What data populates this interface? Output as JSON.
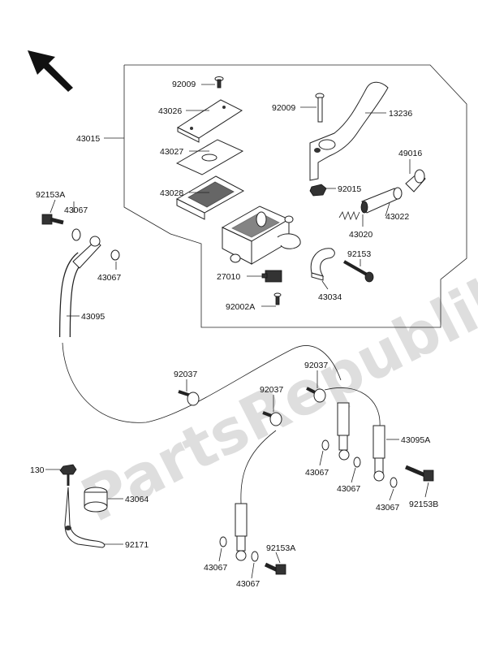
{
  "watermark": "PartsRepublik",
  "labels": {
    "l92009a": "92009",
    "l43026": "43026",
    "l43015": "43015",
    "l43027": "43027",
    "l43028": "43028",
    "l92009b": "92009",
    "l13236": "13236",
    "l49016": "49016",
    "l92015": "92015",
    "l43022": "43022",
    "l43020": "43020",
    "l92153": "92153",
    "l92153A_top": "92153A",
    "l43067_a": "43067",
    "l43067_b": "43067",
    "l43095": "43095",
    "l27010": "27010",
    "l92002A": "92002A",
    "l43034": "43034",
    "l92037_a": "92037",
    "l92037_b": "92037",
    "l92037_c": "92037",
    "l43095A": "43095A",
    "l43067_c": "43067",
    "l43067_d": "43067",
    "l43067_e": "43067",
    "l92153B": "92153B",
    "l130": "130",
    "l43064": "43064",
    "l92171": "92171",
    "l43067_f": "43067",
    "l43067_g": "43067",
    "l92153A_bot": "92153A"
  },
  "icons": {
    "direction_arrow": "arrow-up-left-icon"
  }
}
